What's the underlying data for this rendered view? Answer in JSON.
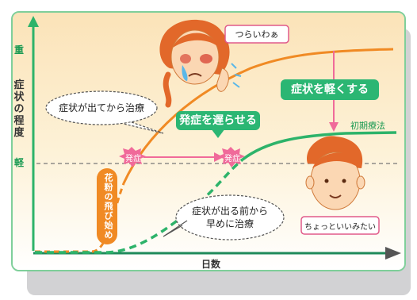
{
  "axes": {
    "y_label": "症状の程度",
    "y_high": "重",
    "y_low": "軽",
    "x_label": "日数"
  },
  "onset_marks": [
    "発症",
    "発症"
  ],
  "pollen_start": "花粉の飛び始め",
  "callouts": {
    "after_symptoms": "症状が出てから治療",
    "before_symptoms_line1": "症状が出る前から",
    "before_symptoms_line2": "早めに治療"
  },
  "benefits": {
    "delay_onset": "発症を遅らせる",
    "lighten_symptoms": "症状を軽くする"
  },
  "early_treatment_label": "初期療法",
  "faces": {
    "suffering_caption": "つらいわぁ",
    "mild_caption": "ちょっといいみたい"
  },
  "colors": {
    "orange_line": "#f08a24",
    "green_line": "#2db36a",
    "accent_green": "#2bb673",
    "arrow_pink": "#f06a9a",
    "axis_green": "#2db36a"
  }
}
